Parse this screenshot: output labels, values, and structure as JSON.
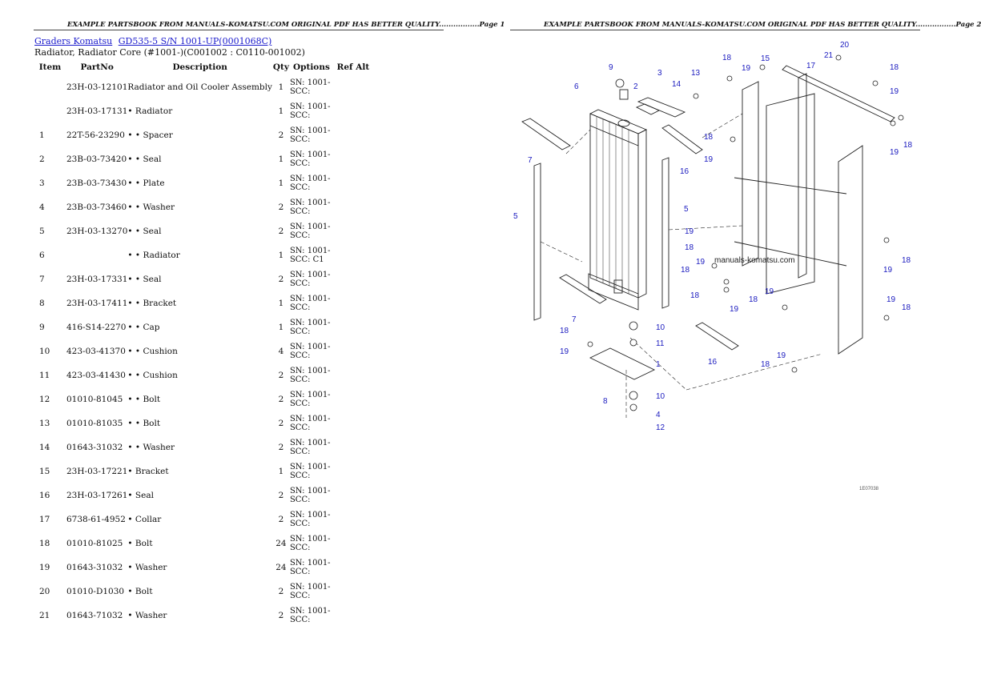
{
  "header": {
    "left": "EXAMPLE PARTSBOOK FROM MANUALS-KOMATSU.COM ORIGINAL PDF HAS BETTER QUALITY.................Page 1",
    "right": "EXAMPLE PARTSBOOK FROM MANUALS-KOMATSU.COM ORIGINAL PDF HAS BETTER QUALITY.................Page 2"
  },
  "breadcrumb": {
    "link1": "Graders Komatsu",
    "link2": "GD535-5 S/N 1001-UP(0001068C)"
  },
  "subtitle": "Radiator, Radiator Core (#1001-)(C001002 : C0110-001002)",
  "columns": [
    "Item",
    "PartNo",
    "Description",
    "Qty",
    "Options",
    "Ref Alt"
  ],
  "rows": [
    {
      "item": "",
      "pn": "23H-03-12101",
      "desc": "Radiator and Oil Cooler Assembly",
      "qty": "1",
      "opt": "SN: 1001-SCC:"
    },
    {
      "item": "",
      "pn": "23H-03-17131",
      "desc": "• Radiator",
      "qty": "1",
      "opt": "SN: 1001-SCC:"
    },
    {
      "item": "1",
      "pn": "22T-56-23290",
      "desc": "• • Spacer",
      "qty": "2",
      "opt": "SN: 1001-SCC:"
    },
    {
      "item": "2",
      "pn": "23B-03-73420",
      "desc": "• • Seal",
      "qty": "1",
      "opt": "SN: 1001-SCC:"
    },
    {
      "item": "3",
      "pn": "23B-03-73430",
      "desc": "• • Plate",
      "qty": "1",
      "opt": "SN: 1001-SCC:"
    },
    {
      "item": "4",
      "pn": "23B-03-73460",
      "desc": "• • Washer",
      "qty": "2",
      "opt": "SN: 1001-SCC:"
    },
    {
      "item": "5",
      "pn": "23H-03-13270",
      "desc": "• • Seal",
      "qty": "2",
      "opt": "SN: 1001-SCC:"
    },
    {
      "item": "6",
      "pn": "",
      "desc": "• • Radiator",
      "qty": "1",
      "opt": "SN: 1001-SCC: C1"
    },
    {
      "item": "7",
      "pn": "23H-03-17331",
      "desc": "• • Seal",
      "qty": "2",
      "opt": "SN: 1001-SCC:"
    },
    {
      "item": "8",
      "pn": "23H-03-17411",
      "desc": "• • Bracket",
      "qty": "1",
      "opt": "SN: 1001-SCC:"
    },
    {
      "item": "9",
      "pn": "416-S14-2270",
      "desc": "• • Cap",
      "qty": "1",
      "opt": "SN: 1001-SCC:"
    },
    {
      "item": "10",
      "pn": "423-03-41370",
      "desc": "• • Cushion",
      "qty": "4",
      "opt": "SN: 1001-SCC:"
    },
    {
      "item": "11",
      "pn": "423-03-41430",
      "desc": "• • Cushion",
      "qty": "2",
      "opt": "SN: 1001-SCC:"
    },
    {
      "item": "12",
      "pn": "01010-81045",
      "desc": "• • Bolt",
      "qty": "2",
      "opt": "SN: 1001-SCC:"
    },
    {
      "item": "13",
      "pn": "01010-81035",
      "desc": "• • Bolt",
      "qty": "2",
      "opt": "SN: 1001-SCC:"
    },
    {
      "item": "14",
      "pn": "01643-31032",
      "desc": "• • Washer",
      "qty": "2",
      "opt": "SN: 1001-SCC:"
    },
    {
      "item": "15",
      "pn": "23H-03-17221",
      "desc": "• Bracket",
      "qty": "1",
      "opt": "SN: 1001-SCC:"
    },
    {
      "item": "16",
      "pn": "23H-03-17261",
      "desc": "• Seal",
      "qty": "2",
      "opt": "SN: 1001-SCC:"
    },
    {
      "item": "17",
      "pn": "6738-61-4952",
      "desc": "• Collar",
      "qty": "2",
      "opt": "SN: 1001-SCC:"
    },
    {
      "item": "18",
      "pn": "01010-81025",
      "desc": "• Bolt",
      "qty": "24",
      "opt": "SN: 1001-SCC:"
    },
    {
      "item": "19",
      "pn": "01643-31032",
      "desc": "• Washer",
      "qty": "24",
      "opt": "SN: 1001-SCC:"
    },
    {
      "item": "20",
      "pn": "01010-D1030",
      "desc": "• Bolt",
      "qty": "2",
      "opt": "SN: 1001-SCC:"
    },
    {
      "item": "21",
      "pn": "01643-71032",
      "desc": "• Washer",
      "qty": "2",
      "opt": "SN: 1001-SCC:"
    }
  ],
  "diagram": {
    "watermark": "manuals-komatsu.com",
    "figure_code": "1E07038",
    "callouts": [
      "9",
      "2",
      "3",
      "14",
      "13",
      "18",
      "19",
      "15",
      "17",
      "21",
      "20",
      "18",
      "19",
      "19",
      "18",
      "6",
      "7",
      "16",
      "18",
      "19",
      "5",
      "5",
      "19",
      "18",
      "19",
      "18",
      "18",
      "19",
      "19",
      "18",
      "19",
      "18",
      "19",
      "18",
      "7",
      "10",
      "11",
      "1",
      "8",
      "10",
      "4",
      "12",
      "18",
      "19",
      "16",
      "18",
      "19"
    ]
  }
}
